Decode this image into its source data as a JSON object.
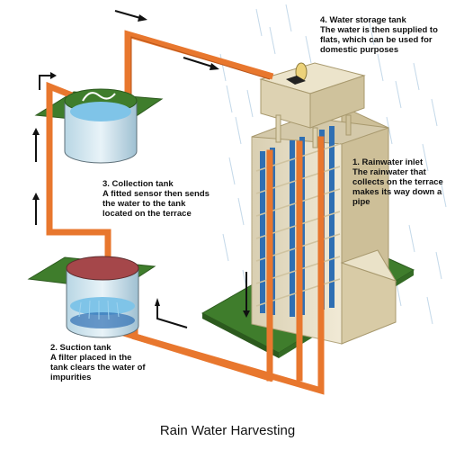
{
  "caption": "Rain Water Harvesting",
  "labels": {
    "storage_tank": {
      "heading": "4. Water storage tank",
      "body": "The water is then supplied to flats, which can be used for domestic purposes"
    },
    "rainwater_inlet": {
      "heading": "1. Rainwater inlet",
      "body": "The rainwater that collects on the terrace makes its way down a pipe"
    },
    "collection_tank": {
      "heading": "3. Collection tank",
      "body": "A fitted sensor then sends the water to the tank located on the terrace"
    },
    "suction_tank": {
      "heading": "2. Suction tank",
      "body": "A filter placed in the tank clears the water of impurities"
    }
  },
  "colors": {
    "pipe": "#e8772e",
    "grass": "#3f7d2c",
    "building_wall": "#e9e1c9",
    "window_blue": "#2f6fb3",
    "water": "#7fc4e8",
    "rain": "#aac8e0"
  }
}
